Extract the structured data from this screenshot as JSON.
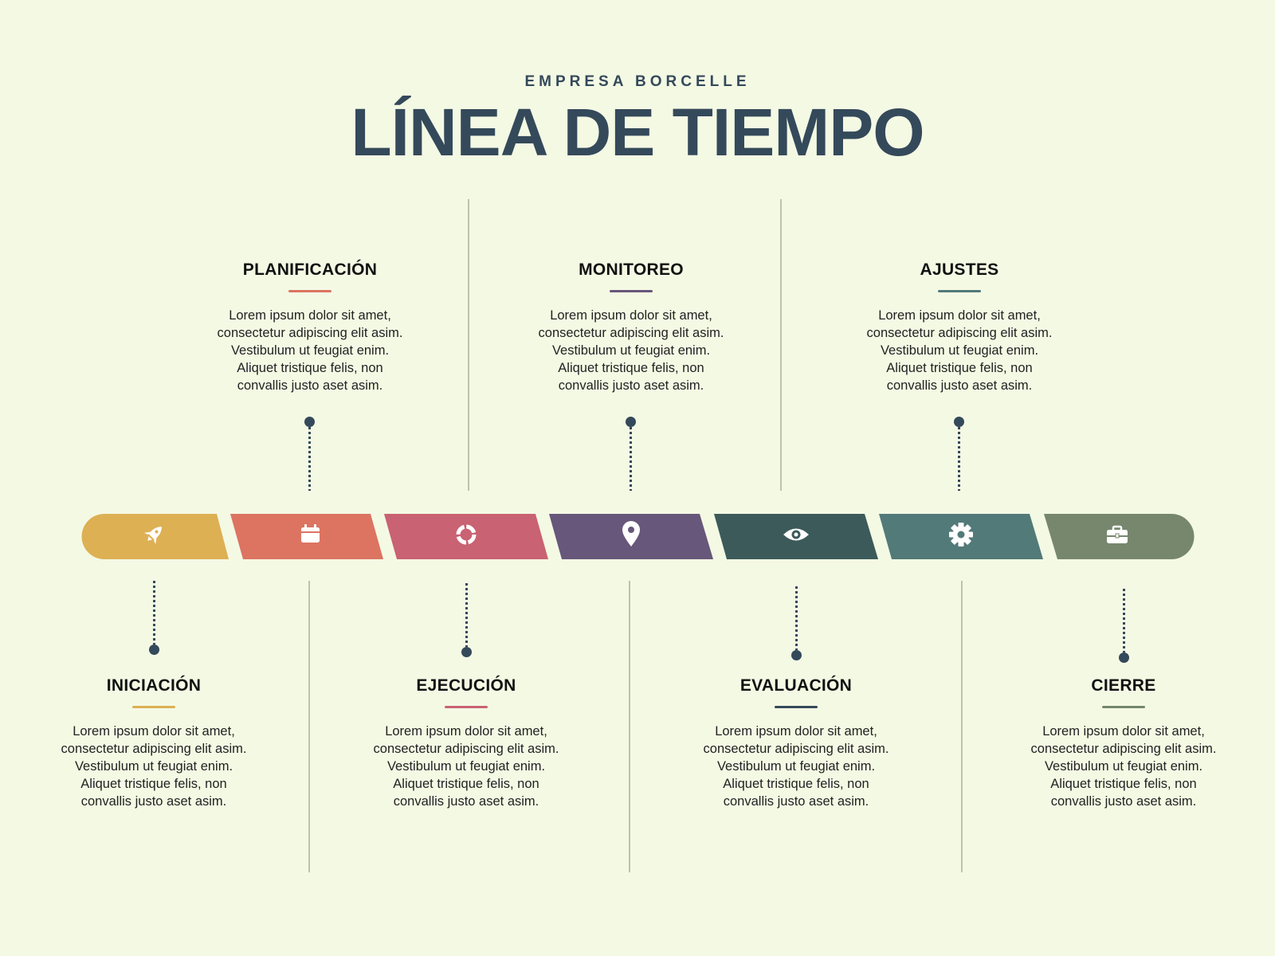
{
  "header": {
    "subtitle": "EMPRESA BORCELLE",
    "title": "LÍNEA DE TIEMPO"
  },
  "phases": [
    {
      "key": "iniciacion",
      "title": "INICIACIÓN",
      "color": "#ddb054",
      "icon": "rocket-icon",
      "position": "bottom",
      "lines": [
        "Lorem ipsum dolor sit amet,",
        "consectetur adipiscing elit asim.",
        "Vestibulum ut feugiat enim.",
        "Aliquet tristique felis, non",
        "convallis justo aset asim."
      ]
    },
    {
      "key": "planificacion",
      "title": "PLANIFICACIÓN",
      "color": "#dc7461",
      "icon": "calendar-icon",
      "position": "top",
      "lines": [
        "Lorem ipsum dolor sit amet,",
        "consectetur adipiscing elit asim.",
        "Vestibulum ut feugiat enim.",
        "Aliquet tristique felis, non",
        "convallis justo aset asim."
      ]
    },
    {
      "key": "ejecucion",
      "title": "EJECUCIÓN",
      "color": "#c96272",
      "icon": "progress-ring-icon",
      "position": "bottom",
      "lines": [
        "Lorem ipsum dolor sit amet,",
        "consectetur adipiscing elit asim.",
        "Vestibulum ut feugiat enim.",
        "Aliquet tristique felis, non",
        "convallis justo aset asim."
      ]
    },
    {
      "key": "monitoreo",
      "title": "MONITOREO",
      "color": "#67577a",
      "icon": "location-pin-icon",
      "position": "top",
      "lines": [
        "Lorem ipsum dolor sit amet,",
        "consectetur adipiscing elit asim.",
        "Vestibulum ut feugiat enim.",
        "Aliquet tristique felis, non",
        "convallis justo aset asim."
      ]
    },
    {
      "key": "evaluacion",
      "title": "EVALUACIÓN",
      "color": "#3c5a5a",
      "icon": "eye-icon",
      "position": "bottom",
      "lines": [
        "Lorem ipsum dolor sit amet,",
        "consectetur adipiscing elit asim.",
        "Vestibulum ut feugiat enim.",
        "Aliquet tristique felis, non",
        "convallis justo aset asim."
      ]
    },
    {
      "key": "ajustes",
      "title": "AJUSTES",
      "color": "#527a78",
      "icon": "gear-icon",
      "position": "top",
      "lines": [
        "Lorem ipsum dolor sit amet,",
        "consectetur adipiscing elit asim.",
        "Vestibulum ut feugiat enim.",
        "Aliquet tristique felis, non",
        "convallis justo aset asim."
      ]
    },
    {
      "key": "cierre",
      "title": "CIERRE",
      "color": "#76876d",
      "icon": "briefcase-icon",
      "position": "bottom",
      "lines": [
        "Lorem ipsum dolor sit amet,",
        "consectetur adipiscing elit asim.",
        "Vestibulum ut feugiat enim.",
        "Aliquet tristique felis, non",
        "convallis justo aset asim."
      ]
    }
  ]
}
